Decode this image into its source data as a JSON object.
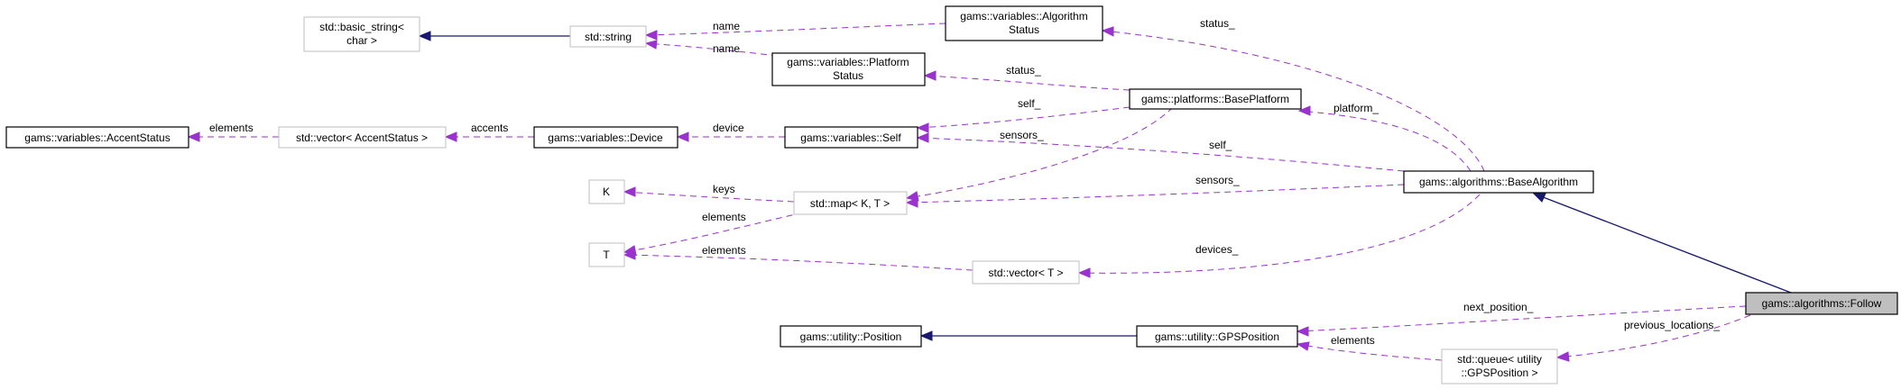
{
  "colors": {
    "dependency_edge": "#9a32cd",
    "inheritance_edge": "#191970",
    "documented_border": "#000000",
    "undocumented_border": "#bfbfbf",
    "focus_fill": "#bfbfbf"
  },
  "nodes": {
    "basic_string": [
      "std::basic_string<",
      "char >"
    ],
    "std_string": [
      "std::string"
    ],
    "algorithm_status": [
      "gams::variables::Algorithm",
      "Status"
    ],
    "platform_status": [
      "gams::variables::Platform",
      "Status"
    ],
    "base_platform": [
      "gams::platforms::BasePlatform"
    ],
    "accent_status": [
      "gams::variables::AccentStatus"
    ],
    "vector_accent": [
      "std::vector< AccentStatus >"
    ],
    "device": [
      "gams::variables::Device"
    ],
    "self": [
      "gams::variables::Self"
    ],
    "base_algorithm": [
      "gams::algorithms::BaseAlgorithm"
    ],
    "k": [
      "K"
    ],
    "map_kt": [
      "std::map< K, T >"
    ],
    "t": [
      "T"
    ],
    "vector_t": [
      "std::vector< T >"
    ],
    "follow": [
      "gams::algorithms::Follow"
    ],
    "position": [
      "gams::utility::Position"
    ],
    "gps_position": [
      "gams::utility::GPSPosition"
    ],
    "queue_gps": [
      "std::queue< utility",
      "::GPSPosition >"
    ]
  },
  "edge_labels": {
    "name_1": "name",
    "name_2": "name",
    "status_1": "status_",
    "status_2": "status_",
    "platform": "platform_",
    "self_1": "self_",
    "self_2": "self_",
    "sensors_1": "sensors_",
    "sensors_2": "sensors_",
    "elements_1": "elements",
    "elements_2": "elements",
    "elements_3": "elements",
    "elements_4": "elements",
    "accents": "accents",
    "device": "device",
    "keys": "keys",
    "devices": "devices_",
    "next_position": "next_position_",
    "previous_locations": "previous_locations_"
  }
}
